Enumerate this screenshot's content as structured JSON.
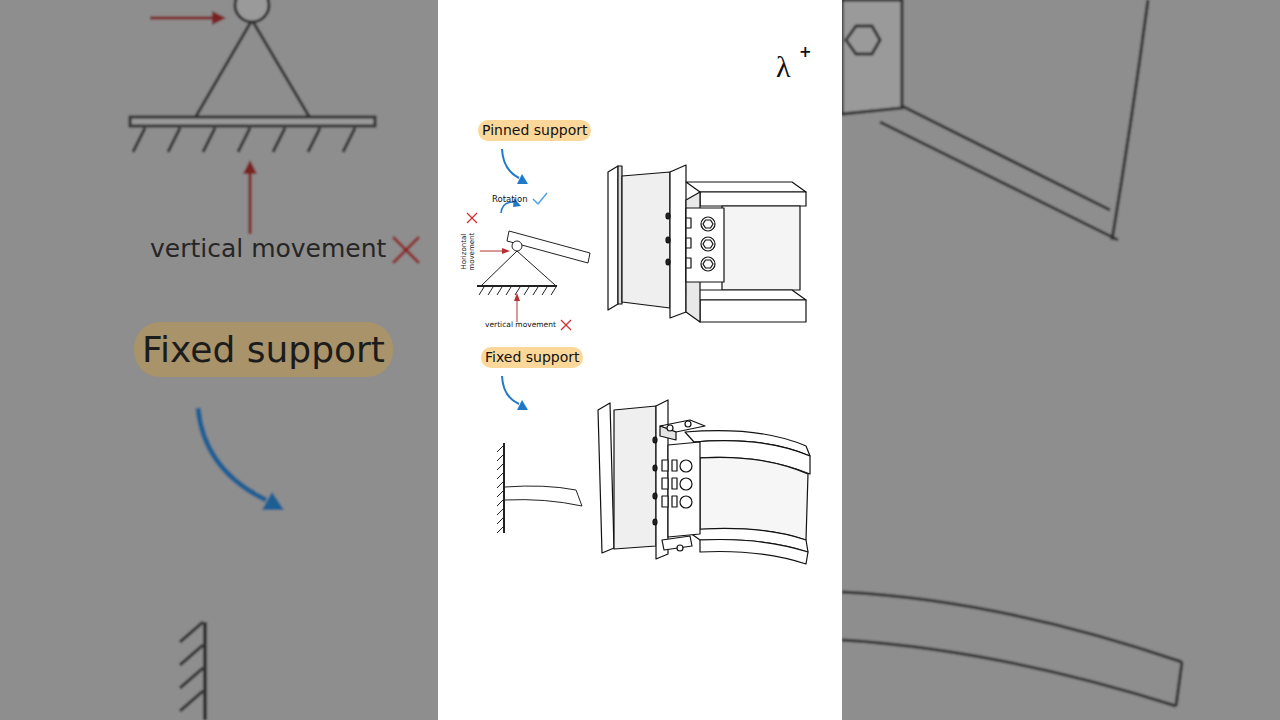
{
  "diagram": {
    "nodes": [
      {
        "text": [
          "Pinned support"
        ]
      },
      {
        "text": [
          "Fixed support"
        ]
      },
      {
        "text": [
          "Fixed support"
        ]
      }
    ],
    "labels": [
      "λ",
      "+",
      "Rotation",
      "Horizontal movement",
      "vertical movement",
      "vertical movement"
    ]
  }
}
